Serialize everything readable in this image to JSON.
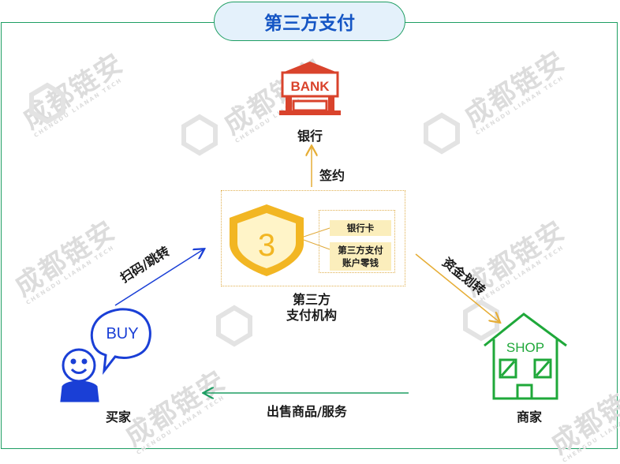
{
  "title": "第三方支付",
  "watermark": {
    "text": "成都链安",
    "subtext": "CHENGDU LIANAN TECH"
  },
  "nodes": {
    "bank": {
      "label": "银行",
      "sign": "BANK"
    },
    "platform": {
      "line1": "第三方",
      "line2": "支付机构",
      "number": "3"
    },
    "buyer": {
      "label": "买家",
      "bubble": "BUY"
    },
    "merchant": {
      "label": "商家",
      "sign": "SHOP"
    }
  },
  "platform_tags": {
    "bank_card": "银行卡",
    "account_line1": "第三方支付",
    "account_line2": "账户零钱"
  },
  "edges": {
    "sign_contract": "签约",
    "scan_jump": "扫码/跳转",
    "fund_transfer": "资金划转",
    "sell_goods": "出售商品/服务"
  },
  "colors": {
    "title_text": "#1455c4",
    "frame": "#1e9e63",
    "bank": "#d9432c",
    "shield": "#f2b623",
    "buyer": "#1a3fd6",
    "merchant": "#1fa83a"
  }
}
